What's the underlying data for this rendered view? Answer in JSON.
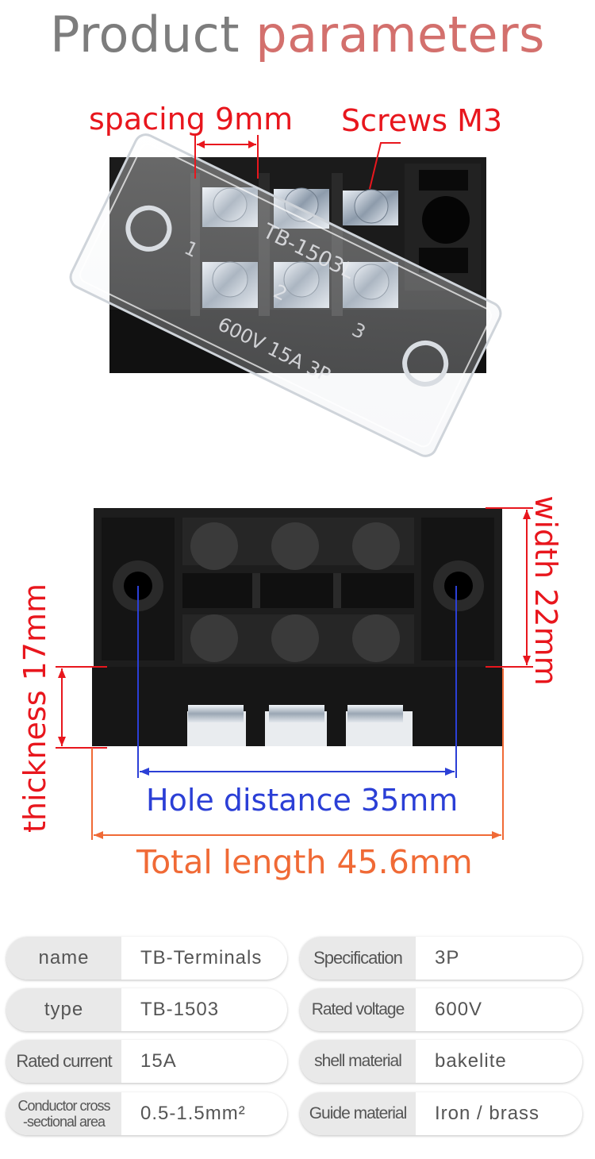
{
  "title": {
    "word1": "Product",
    "word2": "parameters"
  },
  "dimensions": {
    "spacing": "spacing 9mm",
    "screws": "Screws M3",
    "width": "width 22mm",
    "thickness": "thickness 17mm",
    "hole_distance": "Hole distance 35mm",
    "total_length": "Total length 45.6mm"
  },
  "cover_markings": {
    "model": "TB-1503L",
    "rating": "600V 15A 3P",
    "num1": "1",
    "num2": "2",
    "num3": "3"
  },
  "specs": {
    "left": [
      {
        "key": "name",
        "value": "TB-Terminals"
      },
      {
        "key": "type",
        "value": "TB-1503"
      },
      {
        "key": "Rated current",
        "value": "15A"
      },
      {
        "key_line1": "Conductor cross",
        "key_line2": "-sectional area",
        "value": "0.5-1.5mm²"
      }
    ],
    "right": [
      {
        "key": "Specification",
        "value": "3P"
      },
      {
        "key": "Rated voltage",
        "value": "600V"
      },
      {
        "key": "shell material",
        "value": "bakelite"
      },
      {
        "key": "Guide material",
        "value": "Iron / brass"
      }
    ]
  },
  "colors": {
    "dim_red": "#e8161d",
    "dim_blue": "#2b3fd6",
    "dim_orange": "#f06a36",
    "title_gray": "#7d7d7d",
    "title_red": "#d3706d"
  }
}
